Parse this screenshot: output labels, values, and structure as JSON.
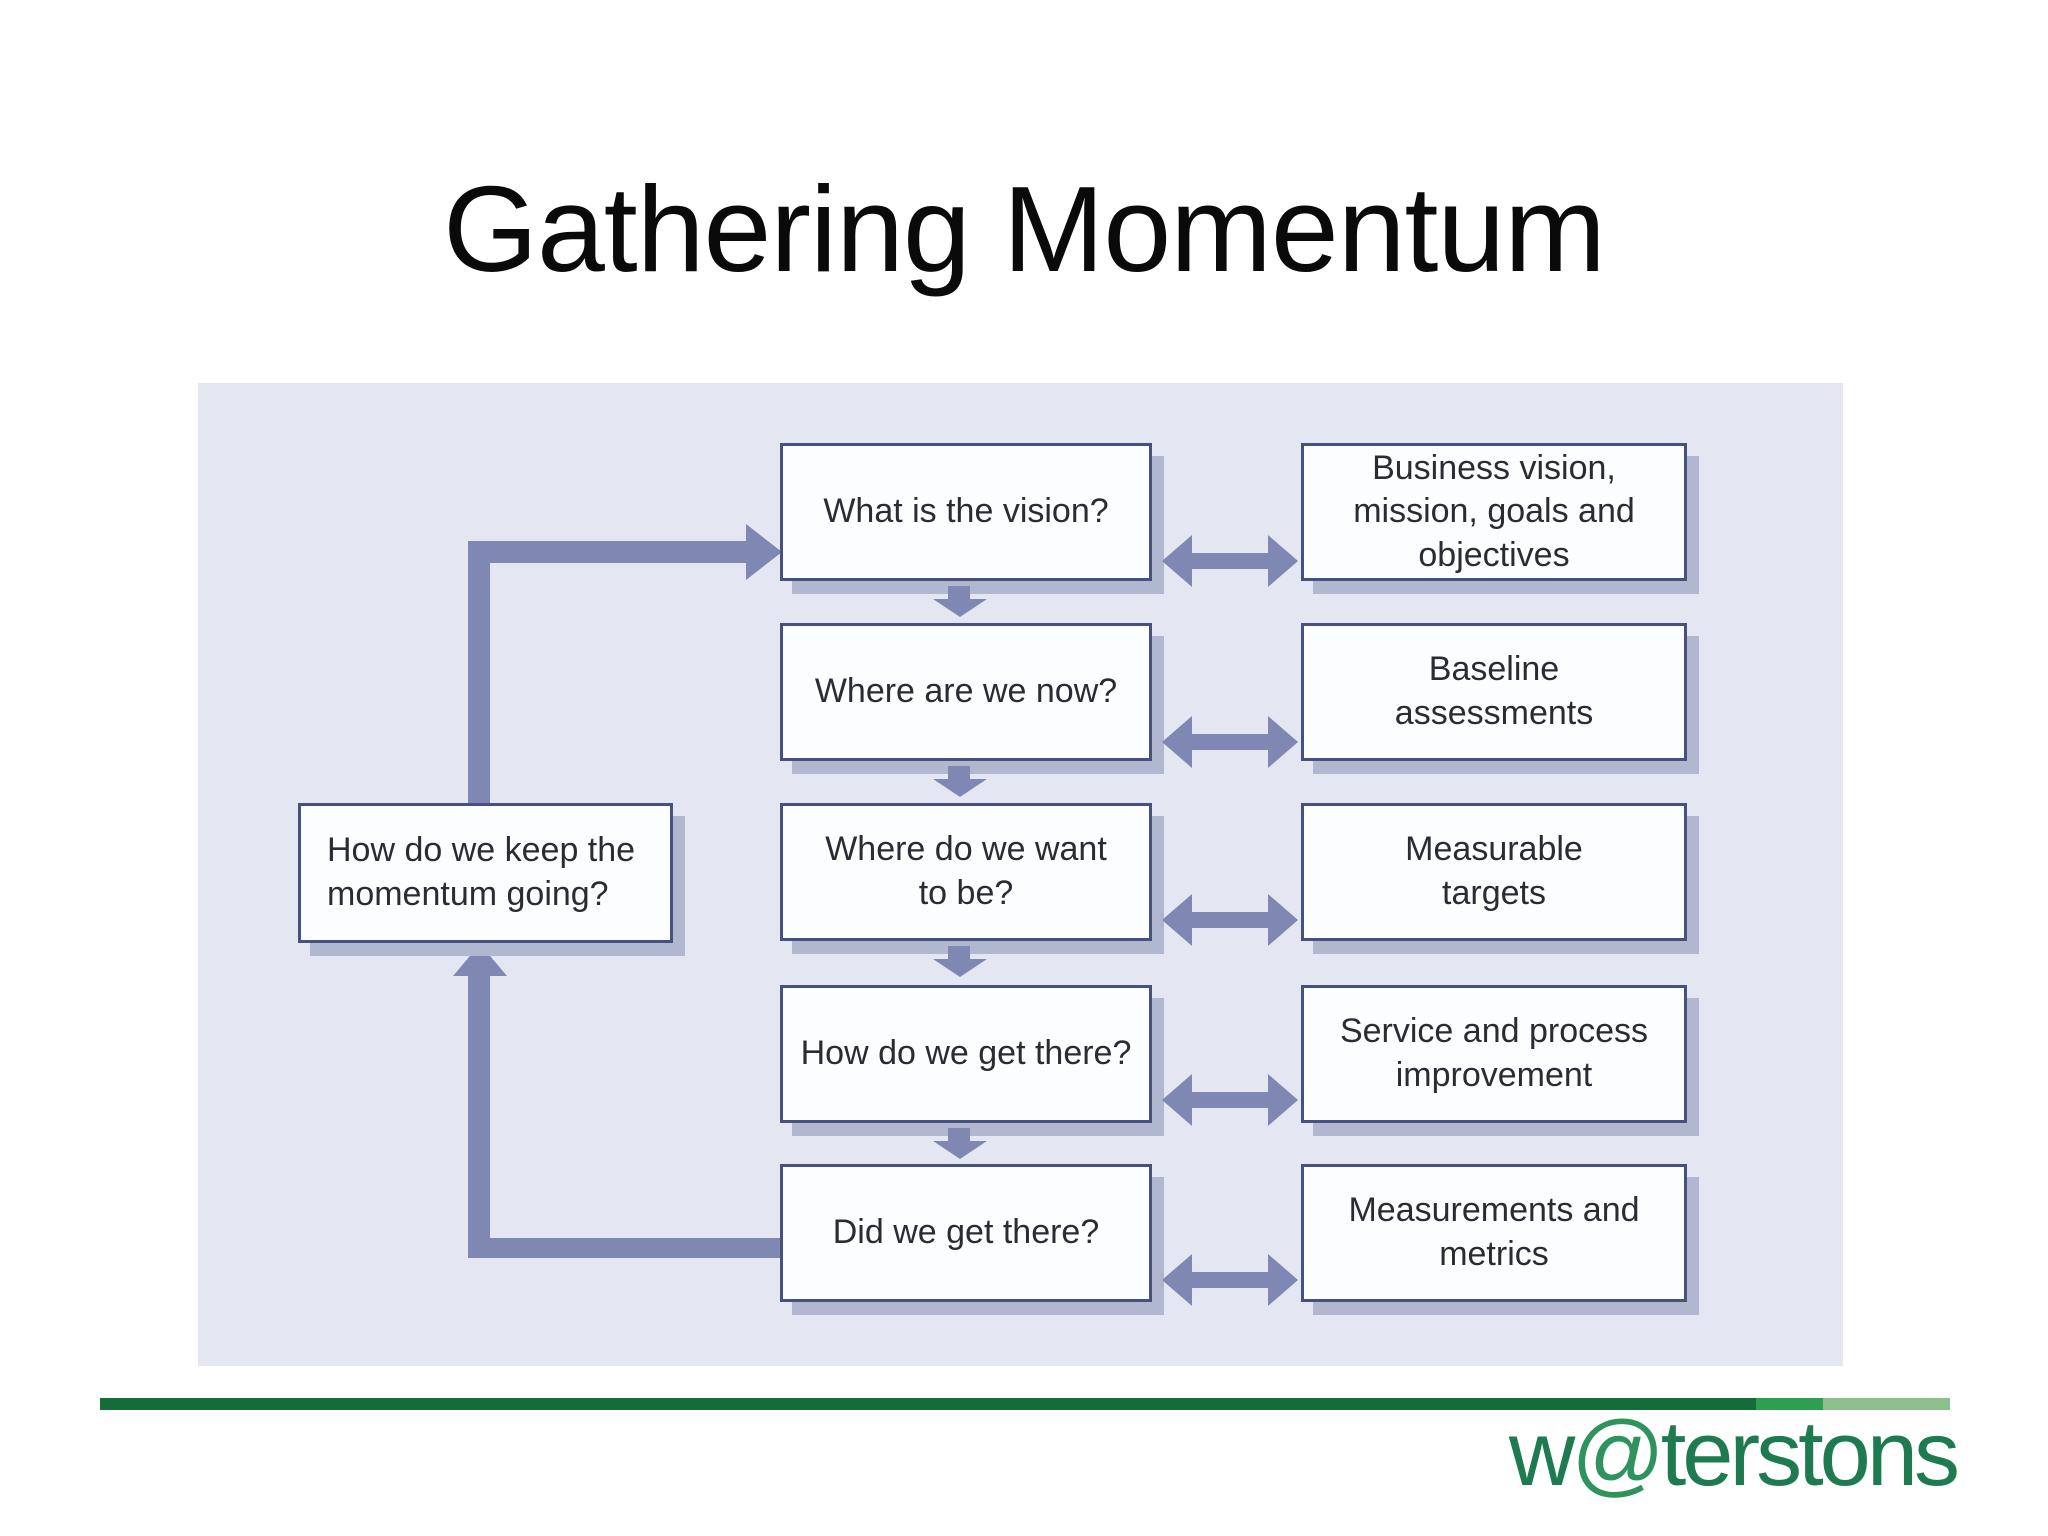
{
  "slide": {
    "title": "Gathering Momentum"
  },
  "diagram": {
    "keep_box": {
      "label": "How do we keep the\nmomentum going?"
    },
    "steps": [
      {
        "question": "What is the vision?",
        "outcome": "Business vision,\nmission, goals and\nobjectives"
      },
      {
        "question": "Where are we now?",
        "outcome": "Baseline\nassessments"
      },
      {
        "question": "Where do we want\nto be?",
        "outcome": "Measurable\ntargets"
      },
      {
        "question": "How do we get there?",
        "outcome": "Service and process\nimprovement"
      },
      {
        "question": "Did we get there?",
        "outcome": "Measurements and\nmetrics"
      }
    ]
  },
  "footer": {
    "logo_prefix": "w",
    "logo_at": "@",
    "logo_suffix": "terstons"
  },
  "colors": {
    "panel_bg": "#e4e7f1",
    "box_border": "#47517f",
    "box_shadow": "#b2b7d0",
    "arrow": "#7e88b3",
    "divider_green_dark": "#146c38",
    "divider_green_mid": "#2ca04f",
    "divider_green_light": "#8cc18f",
    "logo_green": "#1e7b50",
    "logo_at_green": "#2e935c"
  }
}
